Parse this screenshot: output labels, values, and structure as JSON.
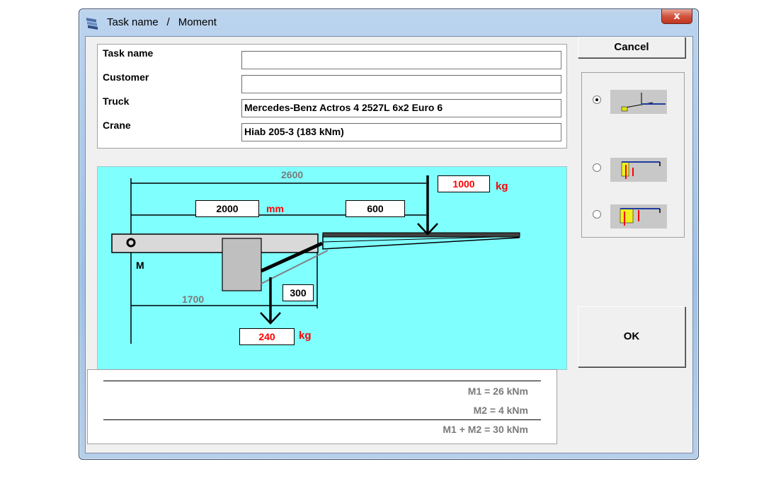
{
  "window": {
    "title_task": "Task name",
    "title_sep": "/",
    "title_section": "Moment",
    "close_label": "x"
  },
  "info": {
    "task_name": {
      "label": "Task name",
      "value": ""
    },
    "customer": {
      "label": "Customer",
      "value": ""
    },
    "truck": {
      "label": "Truck",
      "value": "Mercedes-Benz Actros 4 2527L 6x2 Euro 6"
    },
    "crane": {
      "label": "Crane",
      "value": "Hiab  205-3 (183 kNm)"
    }
  },
  "diagram": {
    "total_length": "2600",
    "segment_a": "2000",
    "segment_unit": "mm",
    "segment_b": "600",
    "load_weight": "1000",
    "load_unit": "kg",
    "crane_distance": "1700",
    "crane_offset": "300",
    "crane_weight": "240",
    "crane_unit": "kg",
    "pivot_label": "M"
  },
  "results": {
    "m1": "M1 = 26 kNm",
    "m2": "M2 = 4 kNm",
    "total": "M1 + M2 = 30 kNm"
  },
  "buttons": {
    "cancel": "Cancel",
    "ok": "OK"
  },
  "options": {
    "selected_index": 0
  },
  "colors": {
    "diagram_bg": "#80ffff",
    "accent_red": "#ff0000",
    "dim_gray": "#7a7a7a"
  }
}
